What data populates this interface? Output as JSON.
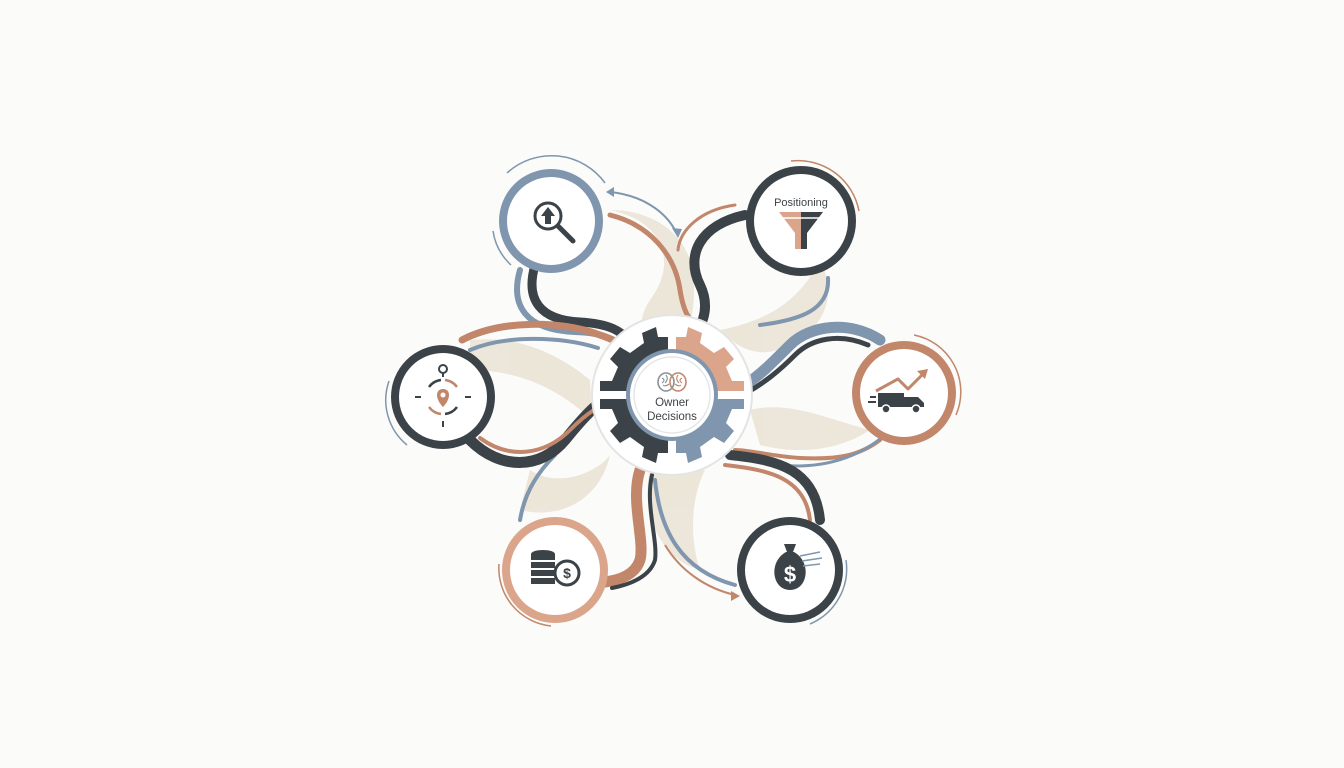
{
  "diagram": {
    "center": {
      "label_line1": "Owner",
      "label_line2": "Decisions",
      "icon": "brain-icon"
    },
    "nodes": [
      {
        "id": "top-left",
        "icon": "magnifier-up-arrow-icon",
        "label": ""
      },
      {
        "id": "top-right",
        "icon": "funnel-icon",
        "label": "Positioning"
      },
      {
        "id": "right",
        "icon": "delivery-truck-growth-icon",
        "label": ""
      },
      {
        "id": "bottom-right",
        "icon": "money-bag-icon",
        "label": ""
      },
      {
        "id": "bottom-left",
        "icon": "coin-stack-icon",
        "label": ""
      },
      {
        "id": "left",
        "icon": "target-location-icon",
        "label": ""
      }
    ]
  },
  "colors": {
    "charcoal": "#3c4348",
    "slate_blue": "#7f96ae",
    "copper": "#c2866a",
    "peach": "#dba58c",
    "sand": "#ece5d8",
    "background": "#fbfbfa"
  }
}
